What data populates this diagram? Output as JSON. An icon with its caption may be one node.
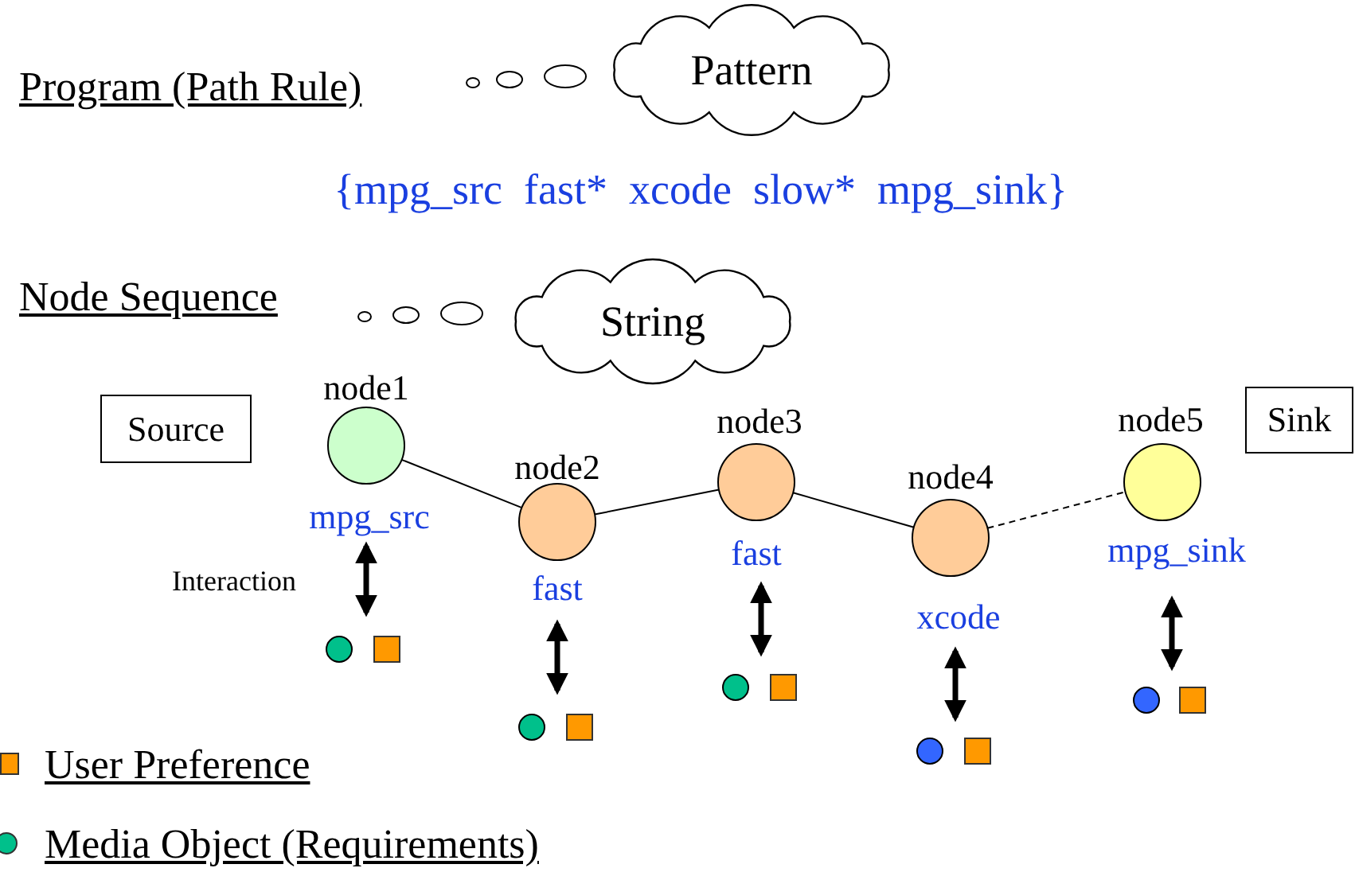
{
  "diagram": {
    "nodes": [
      {
        "text": [
          "Program (Path Rule)"
        ]
      },
      {
        "text": [
          "Pattern"
        ]
      },
      {
        "text": [
          "Node Sequence"
        ]
      },
      {
        "text": [
          "String"
        ]
      },
      {
        "text": [
          "Source"
        ]
      },
      {
        "text": [],
        "shape": "circle",
        "beside": [
          "node1",
          "mpg_src"
        ]
      },
      {
        "text": [],
        "shape": "circle",
        "beside": [
          "node2",
          "fast"
        ]
      },
      {
        "text": [],
        "shape": "circle",
        "beside": [
          "node3",
          "fast"
        ]
      },
      {
        "text": [],
        "shape": "circle",
        "beside": [
          "node4",
          "xcode"
        ]
      },
      {
        "text": [],
        "shape": "circle",
        "beside": [
          "node5",
          "mpg_sink"
        ]
      },
      {
        "text": [
          "Sink"
        ]
      },
      {
        "text": [],
        "shape": "circle"
      },
      {
        "text": [],
        "shape": "box"
      },
      {
        "text": [],
        "shape": "circle"
      },
      {
        "text": [],
        "shape": "box"
      },
      {
        "text": [],
        "shape": "circle"
      },
      {
        "text": [],
        "shape": "box"
      },
      {
        "text": [],
        "shape": "circle"
      },
      {
        "text": [],
        "shape": "box"
      },
      {
        "text": [],
        "shape": "circle"
      },
      {
        "text": [],
        "shape": "box"
      }
    ],
    "edges": [
      {
        "from": 5,
        "to": 6,
        "arrow": "none"
      },
      {
        "from": 6,
        "to": 7,
        "arrow": "none"
      },
      {
        "from": 7,
        "to": 8,
        "arrow": "none"
      },
      {
        "from": 8,
        "to": 9,
        "arrow": "none",
        "style": "dashed"
      },
      {
        "from": 5,
        "to": 11,
        "arrow": "both"
      },
      {
        "from": 6,
        "to": 13,
        "arrow": "both"
      },
      {
        "from": 7,
        "to": 15,
        "arrow": "both"
      },
      {
        "from": 8,
        "to": 17,
        "arrow": "both"
      },
      {
        "from": 9,
        "to": 19,
        "arrow": "both"
      }
    ],
    "labels": [
      "{mpg_src  fast*  xcode  slow*  mpg_sink}",
      "Interaction"
    ],
    "legend": [
      {
        "text": "User Preference",
        "color": "#ff9900"
      },
      {
        "text": "Media Object (Requirements)",
        "color": "#00c08b"
      }
    ]
  }
}
